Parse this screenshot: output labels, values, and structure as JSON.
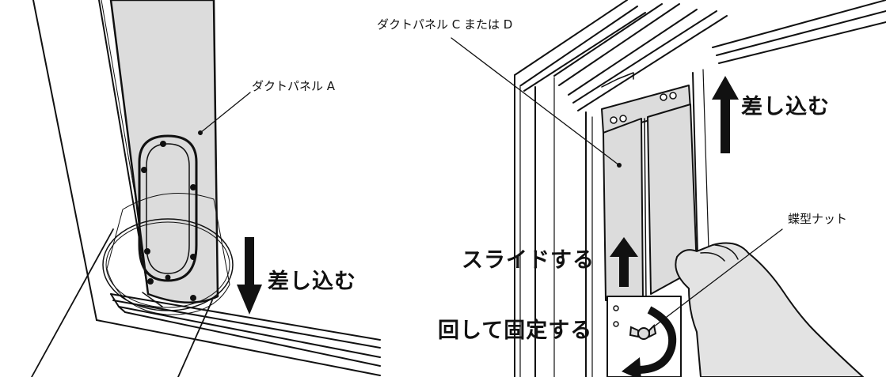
{
  "labels": {
    "panel_a": "ダクトパネル A",
    "panel_cd": "ダクトパネル C または D",
    "insert_left": "差し込む",
    "insert_right": "差し込む",
    "slide": "スライドする",
    "turn_fix": "回して固定する",
    "wing_nut": "蝶型ナット"
  },
  "colors": {
    "panel_fill": "#dcdcdc",
    "stroke": "#111111",
    "background": "#ffffff",
    "hand_fill": "#e3e3e3"
  },
  "icons": {
    "down_arrow": "arrow-down-icon",
    "up_arrow": "arrow-up-icon",
    "rotate_arrow": "rotate-arrow-icon",
    "wing_nut": "wing-nut-icon"
  }
}
